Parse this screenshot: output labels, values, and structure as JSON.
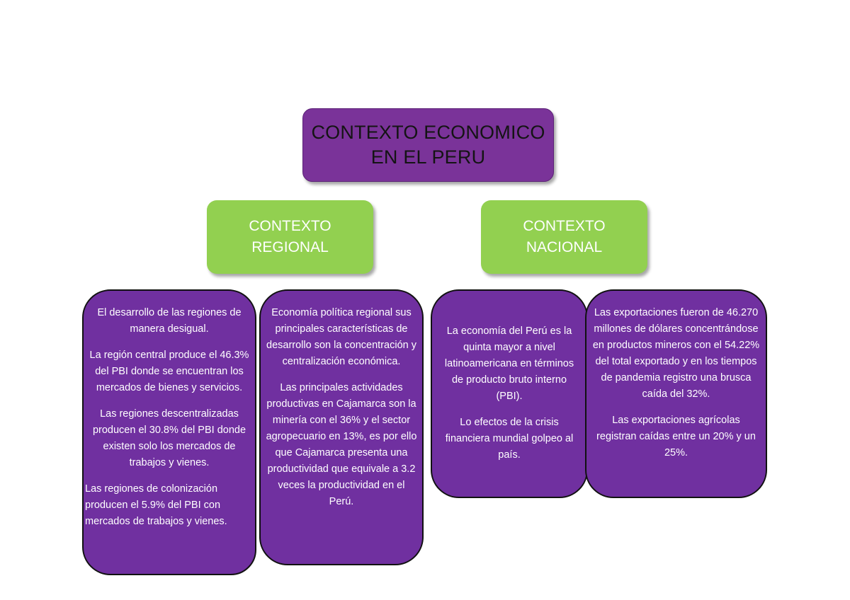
{
  "title": {
    "line1": "CONTEXTO ECONOMICO",
    "line2": "EN EL PERU"
  },
  "branches": {
    "regional": {
      "line1": "CONTEXTO",
      "line2": "REGIONAL"
    },
    "nacional": {
      "line1": "CONTEXTO",
      "line2": "NACIONAL"
    }
  },
  "cards": [
    {
      "paragraphs": [
        "El desarrollo de las regiones de manera desigual.",
        "La región central produce el 46.3% del PBI donde se encuentran los mercados de bienes y servicios.",
        "Las regiones descentralizadas producen el 30.8% del PBI donde existen solo los mercados de trabajos y vienes.",
        "Las regiones de colonización producen el 5.9% del PBI con mercados de trabajos y vienes."
      ]
    },
    {
      "paragraphs": [
        "Economía política regional sus principales características de desarrollo son la concentración y centralización económica.",
        "Las principales actividades productivas en Cajamarca son la minería con el 36% y el sector agropecuario en 13%, es por ello que Cajamarca presenta una productividad que equivale a 3.2 veces la productividad en el Perú."
      ]
    },
    {
      "paragraphs": [
        "La economía del Perú es la quinta mayor a nivel latinoamericana en términos de producto bruto interno (PBI).",
        "Lo efectos de la crisis financiera mundial golpeo al país."
      ]
    },
    {
      "paragraphs": [
        "Las exportaciones fueron de 46.270 millones de dólares concentrándose en productos mineros con el 54.22% del total exportado y en los tiempos de pandemia registro una brusca caída del 32%.",
        "Las exportaciones agrícolas registran caídas entre un 20% y un 25%."
      ]
    }
  ],
  "colors": {
    "title_fill": "#7a3399",
    "branch_fill": "#92d050",
    "card_fill": "#7030a0"
  }
}
